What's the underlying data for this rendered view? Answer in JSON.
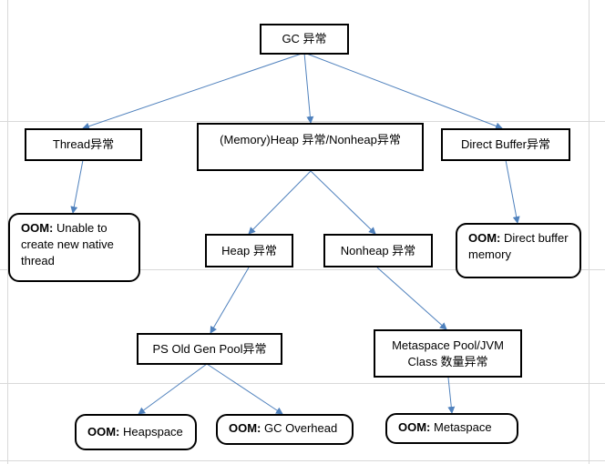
{
  "nodes": {
    "gc": "GC 异常",
    "thread": "Thread异常",
    "heap_nonheap": "(Memory)Heap 异常/Nonheap异常",
    "direct_buffer": "Direct Buffer异常",
    "oom_thread_label": "OOM:",
    "oom_thread_text": "Unable to create new native thread",
    "heap": "Heap 异常",
    "nonheap": "Nonheap 异常",
    "oom_direct_label": "OOM:",
    "oom_direct_text": "Direct buffer memory",
    "ps_old_gen": "PS Old Gen Pool异常",
    "metaspace_pool_line1": "Metaspace Pool/JVM",
    "metaspace_pool_line2": "Class 数量异常",
    "oom_heap_label": "OOM:",
    "oom_heap_text": "Heapspace",
    "oom_gc_label": "OOM:",
    "oom_gc_text": "GC Overhead",
    "oom_meta_label": "OOM:",
    "oom_meta_text": "Metaspace"
  },
  "colors": {
    "connector": "#4f81bd",
    "border": "#000000",
    "gridline": "#d9d9d9"
  }
}
